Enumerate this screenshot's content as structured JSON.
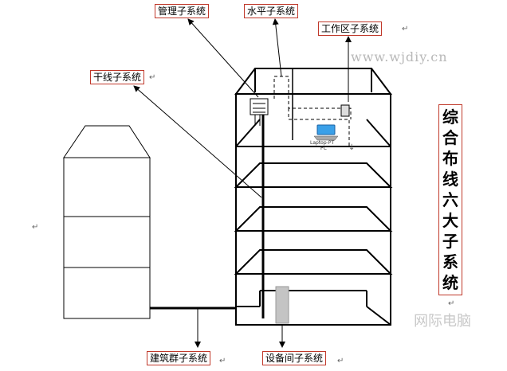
{
  "labels": {
    "management": "管理子系统",
    "horizontal": "水平子系统",
    "work_area": "工作区子系统",
    "backbone": "干线子系统",
    "building_group": "建筑群子系统",
    "equipment_room": "设备间子系统"
  },
  "title_chars": [
    "综",
    "合",
    "布",
    "线",
    "六",
    "大",
    "子",
    "系",
    "统"
  ],
  "watermark_url": "www.wjdiy.cn",
  "watermark_brand": "网际电脑",
  "laptop": {
    "model": "Laptop-PT",
    "name": "PC"
  },
  "marks": {
    "arrow": "↵",
    "return": "↓"
  },
  "colors": {
    "label_border": "#c0392b",
    "line": "#000000",
    "watermark": "#b8b8b8"
  }
}
